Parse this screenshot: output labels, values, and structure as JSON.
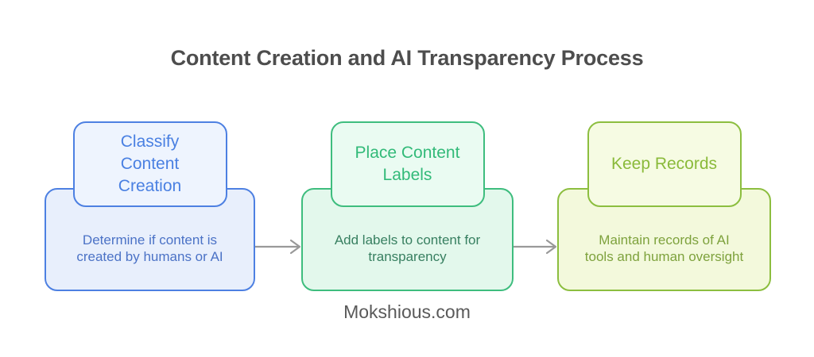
{
  "title": "Content Creation and AI Transparency Process",
  "footer": "Mokshious.com",
  "arrow": {
    "color": "#999999",
    "style": "open-chevron"
  },
  "steps": [
    {
      "label": "Classify\nContent\nCreation",
      "description": "Determine if content is\ncreated by humans or AI",
      "colors": {
        "border": "#4d80e2",
        "box_fill": "#e8effc",
        "label_box_fill": "#eef4fe",
        "label_text": "#4a80e2",
        "description_text": "#4b72c6"
      }
    },
    {
      "label": "Place Content\nLabels",
      "description": "Add labels to content for\ntransparency",
      "colors": {
        "border": "#3ebd7e",
        "box_fill": "#e3f8ec",
        "label_box_fill": "#eafbf2",
        "label_text": "#32ba79",
        "description_text": "#377f60"
      }
    },
    {
      "label": "Keep Records",
      "description": "Maintain records of AI\ntools and human oversight",
      "colors": {
        "border": "#8cbe3f",
        "box_fill": "#f3f9dc",
        "label_box_fill": "#f6fbe3",
        "label_text": "#8aba3a",
        "description_text": "#7ea23d"
      }
    }
  ]
}
